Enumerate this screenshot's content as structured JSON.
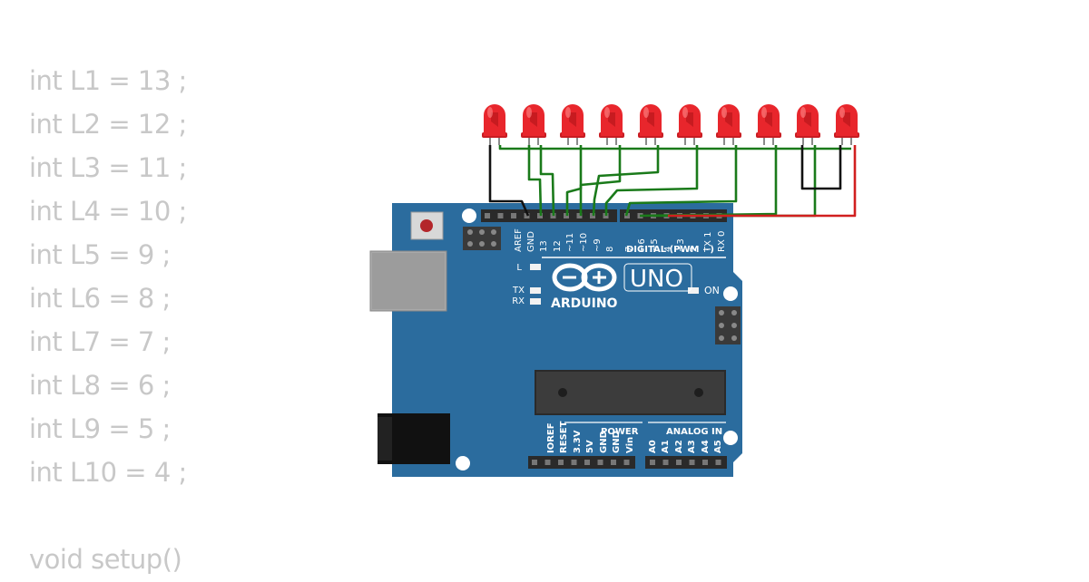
{
  "code_lines": [
    "int L1 = 13 ;",
    "int L2 = 12 ;",
    "int L3 = 11 ;",
    "int L4 = 10 ;",
    "int L5 = 9 ;",
    "int L6 = 8 ;",
    "int L7 = 7 ;",
    "int L8 = 6 ;",
    "int L9 = 5 ;",
    "int L10 = 4 ;",
    "",
    "void setup()"
  ],
  "board": {
    "brand": "ARDUINO",
    "model": "UNO",
    "digital_header": "DIGITAL (PWM ~)",
    "power_header": "POWER",
    "analog_header": "ANALOG IN",
    "led_l": "L",
    "led_tx": "TX",
    "led_rx": "RX",
    "led_on": "ON",
    "top_pins": [
      "AREF",
      "GND",
      "13",
      "12",
      "~11",
      "~10",
      "~9",
      "8"
    ],
    "top_pins_right": [
      "7",
      "~6",
      "~5",
      "4",
      "~3",
      "2",
      "TX 1",
      "RX 0"
    ],
    "power_pins": [
      "IOREF",
      "RESET",
      "3.3V",
      "5V",
      "GND",
      "GND",
      "Vin"
    ],
    "analog_pins": [
      "A0",
      "A1",
      "A2",
      "A3",
      "A4",
      "A5"
    ]
  },
  "leds": [
    {
      "color": "red"
    },
    {
      "color": "red"
    },
    {
      "color": "red"
    },
    {
      "color": "red"
    },
    {
      "color": "red"
    },
    {
      "color": "red"
    },
    {
      "color": "red"
    },
    {
      "color": "red"
    },
    {
      "color": "red"
    },
    {
      "color": "red"
    }
  ],
  "colors": {
    "board": "#2b6c9e",
    "led": "#e8262c",
    "wire_signal": "#1a7a1a",
    "wire_ground": "#111111",
    "wire_power": "#d11f1f",
    "code_text": "#c8c8c8"
  }
}
